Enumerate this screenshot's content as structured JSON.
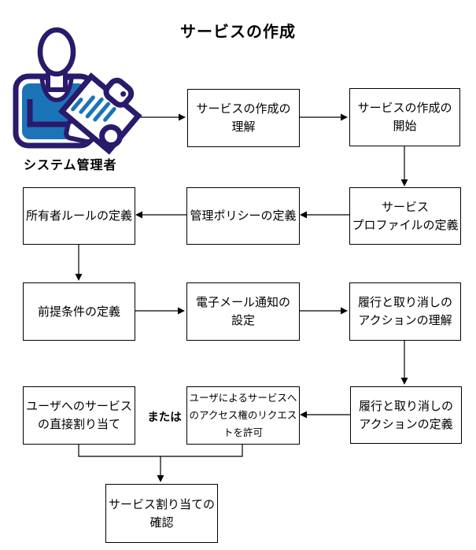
{
  "title": "サービスの作成",
  "actor": {
    "label": "システム管理者",
    "icon": "person-with-clipboard-icon"
  },
  "or_label": "または",
  "nodes": [
    {
      "id": "understand-creation",
      "label": "サービスの作成の\n理解"
    },
    {
      "id": "start-creation",
      "label": "サービスの作成の\n開始"
    },
    {
      "id": "define-service-profile",
      "label": "サービス\nプロファイルの定義"
    },
    {
      "id": "define-admin-policy",
      "label": "管理ポリシーの定義"
    },
    {
      "id": "define-owner-rules",
      "label": "所有者ルールの定義"
    },
    {
      "id": "define-prerequisites",
      "label": "前提条件の定義"
    },
    {
      "id": "configure-email-notification",
      "label": "電子メール通知の\n設定"
    },
    {
      "id": "understand-fulfillment-actions",
      "label": "履行と取り消しの\nアクションの理解"
    },
    {
      "id": "define-fulfillment-actions",
      "label": "履行と取り消しの\nアクションの定義"
    },
    {
      "id": "direct-assign-service",
      "label": "ユーザへのサービス\nの直接割り当て"
    },
    {
      "id": "allow-access-requests",
      "label": "ユーザによるサービスへ\nのアクセス権のリクエス\nトを許可"
    },
    {
      "id": "confirm-service-assignment",
      "label": "サービス割り当ての\n確認"
    }
  ],
  "colors": {
    "background": "#FFFFFF",
    "node_border": "#000000",
    "text": "#000000",
    "arrow": "#000000",
    "icon_outline": "#2A1A6B",
    "icon_shirt_blue": "#1B74B8"
  }
}
